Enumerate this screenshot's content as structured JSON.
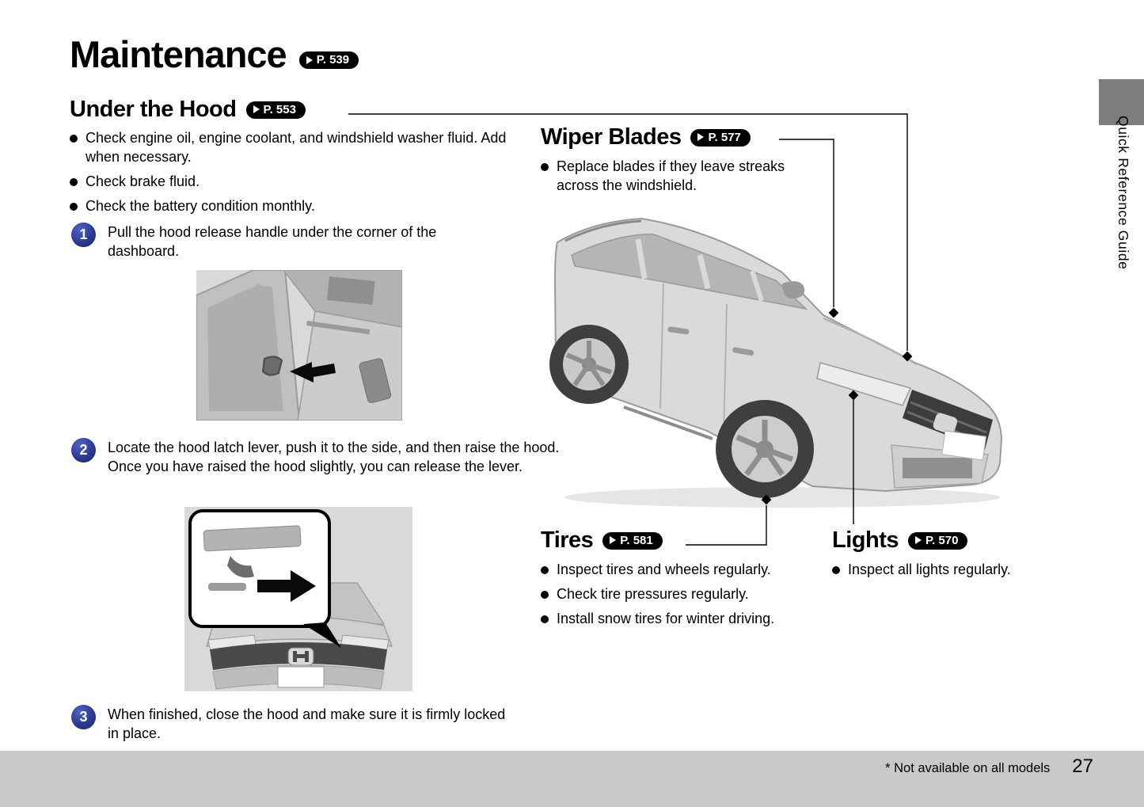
{
  "page": {
    "title": "Maintenance",
    "title_ref": "P. 539"
  },
  "under_hood": {
    "heading": "Under the Hood",
    "ref": "P. 553",
    "bullets": [
      "Check engine oil, engine coolant, and windshield washer fluid. Add when necessary.",
      "Check brake fluid.",
      "Check the battery condition monthly."
    ],
    "steps": [
      {
        "num": "1",
        "text": "Pull the hood release handle under the corner of the dashboard."
      },
      {
        "num": "2",
        "text": "Locate the hood latch lever, push it to the side, and then raise the hood. Once you have raised the hood slightly, you can release the lever."
      },
      {
        "num": "3",
        "text": "When finished, close the hood and make sure it is firmly locked in place."
      }
    ]
  },
  "wiper_blades": {
    "heading": "Wiper Blades",
    "ref": "P. 577",
    "bullets": [
      "Replace blades if they leave streaks across the windshield."
    ]
  },
  "tires": {
    "heading": "Tires",
    "ref": "P. 581",
    "bullets": [
      "Inspect tires and wheels regularly.",
      "Check tire pressures regularly.",
      "Install snow tires for winter driving."
    ]
  },
  "lights": {
    "heading": "Lights",
    "ref": "P. 570",
    "bullets": [
      "Inspect all lights regularly."
    ]
  },
  "sidebar": {
    "label": "Quick Reference Guide"
  },
  "footer": {
    "footnote": "* Not available on all models",
    "page_number": "27"
  },
  "colors": {
    "badge_bg": "#000000",
    "step_circle": "#2b3a8f",
    "footer_bar": "#c9c9c9",
    "sidebar_tab": "#7d7d7d",
    "illustration_gray": "#d9d9d9"
  }
}
